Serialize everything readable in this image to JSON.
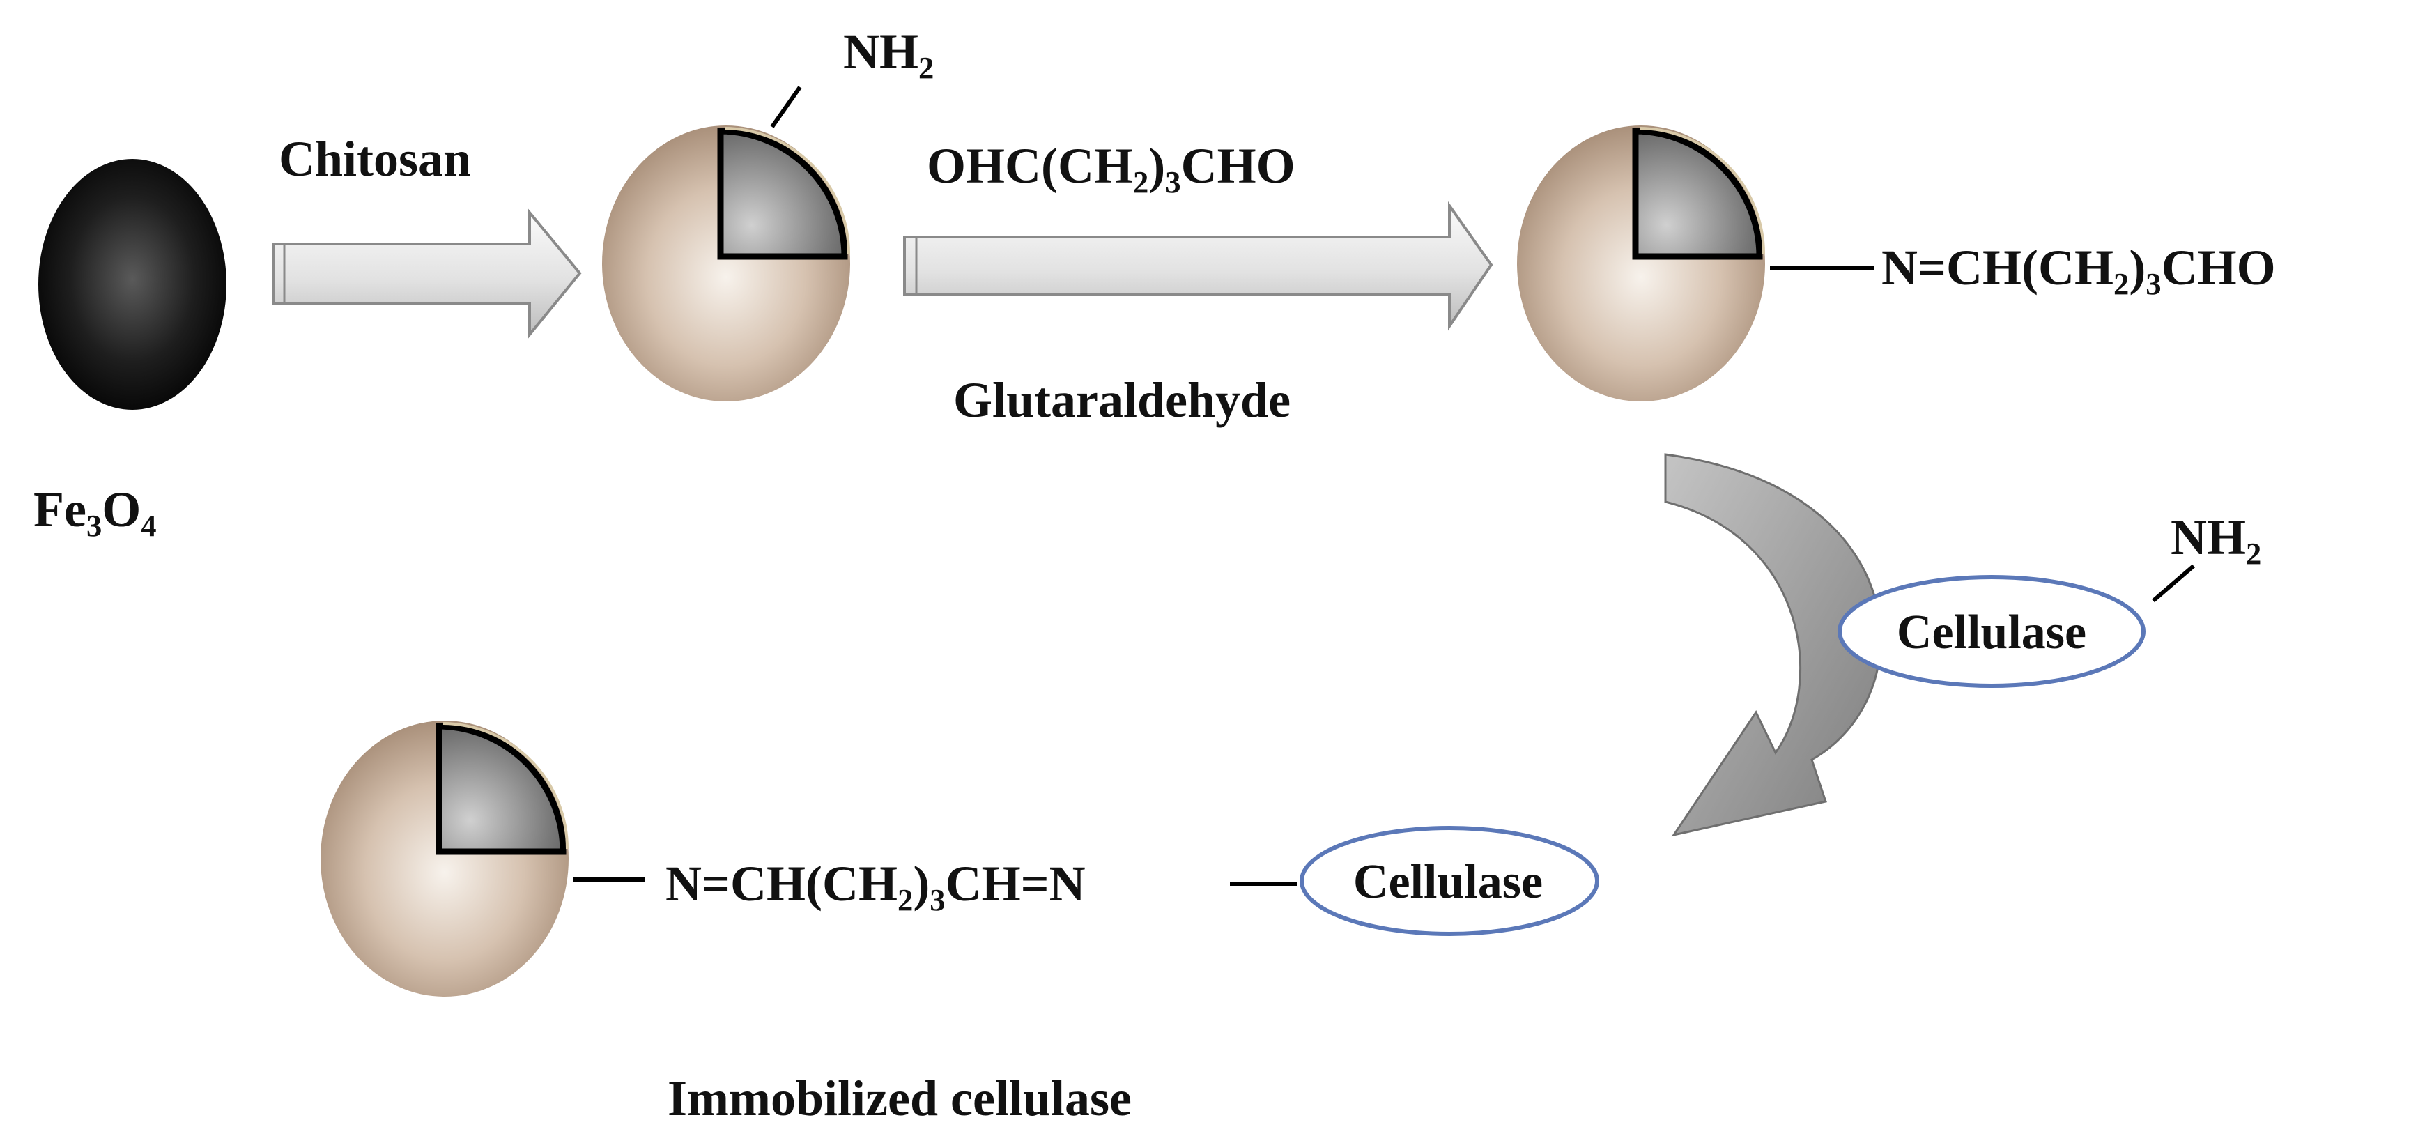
{
  "labels": {
    "fe3o4": {
      "base": "Fe",
      "sub1": "3",
      "mid": "O",
      "sub2": "4"
    },
    "chitosan": "Chitosan",
    "nh2_top": {
      "base": "NH",
      "sub": "2"
    },
    "glutaraldehyde_formula": {
      "part1": "OHC(CH",
      "sub": "2",
      "part2": ")",
      "sub2": "3",
      "part3": "CHO"
    },
    "glutaraldehyde": "Glutaraldehyde",
    "imine_aldehyde": {
      "part1": "N=CH(CH",
      "sub": "2",
      "part2": ")",
      "sub2": "3",
      "part3": "CHO"
    },
    "nh2_cellulase": {
      "base": "NH",
      "sub": "2"
    },
    "cellulase_free": "Cellulase",
    "bridge": {
      "part1": "N=CH(CH",
      "sub": "2",
      "part2": ")",
      "sub2": "3",
      "part3": "CH=N"
    },
    "cellulase_bound": "Cellulase",
    "immobilized": "Immobilized cellulase"
  },
  "colors": {
    "core_black": "#111111",
    "shell_beige": "#c8ad95",
    "quadrant_gray": "#6d6d6d",
    "arrow_fill": "#e6e6e6",
    "curved_arrow": "#9a9a9a",
    "ellipse_stroke": "#5b78b8"
  }
}
